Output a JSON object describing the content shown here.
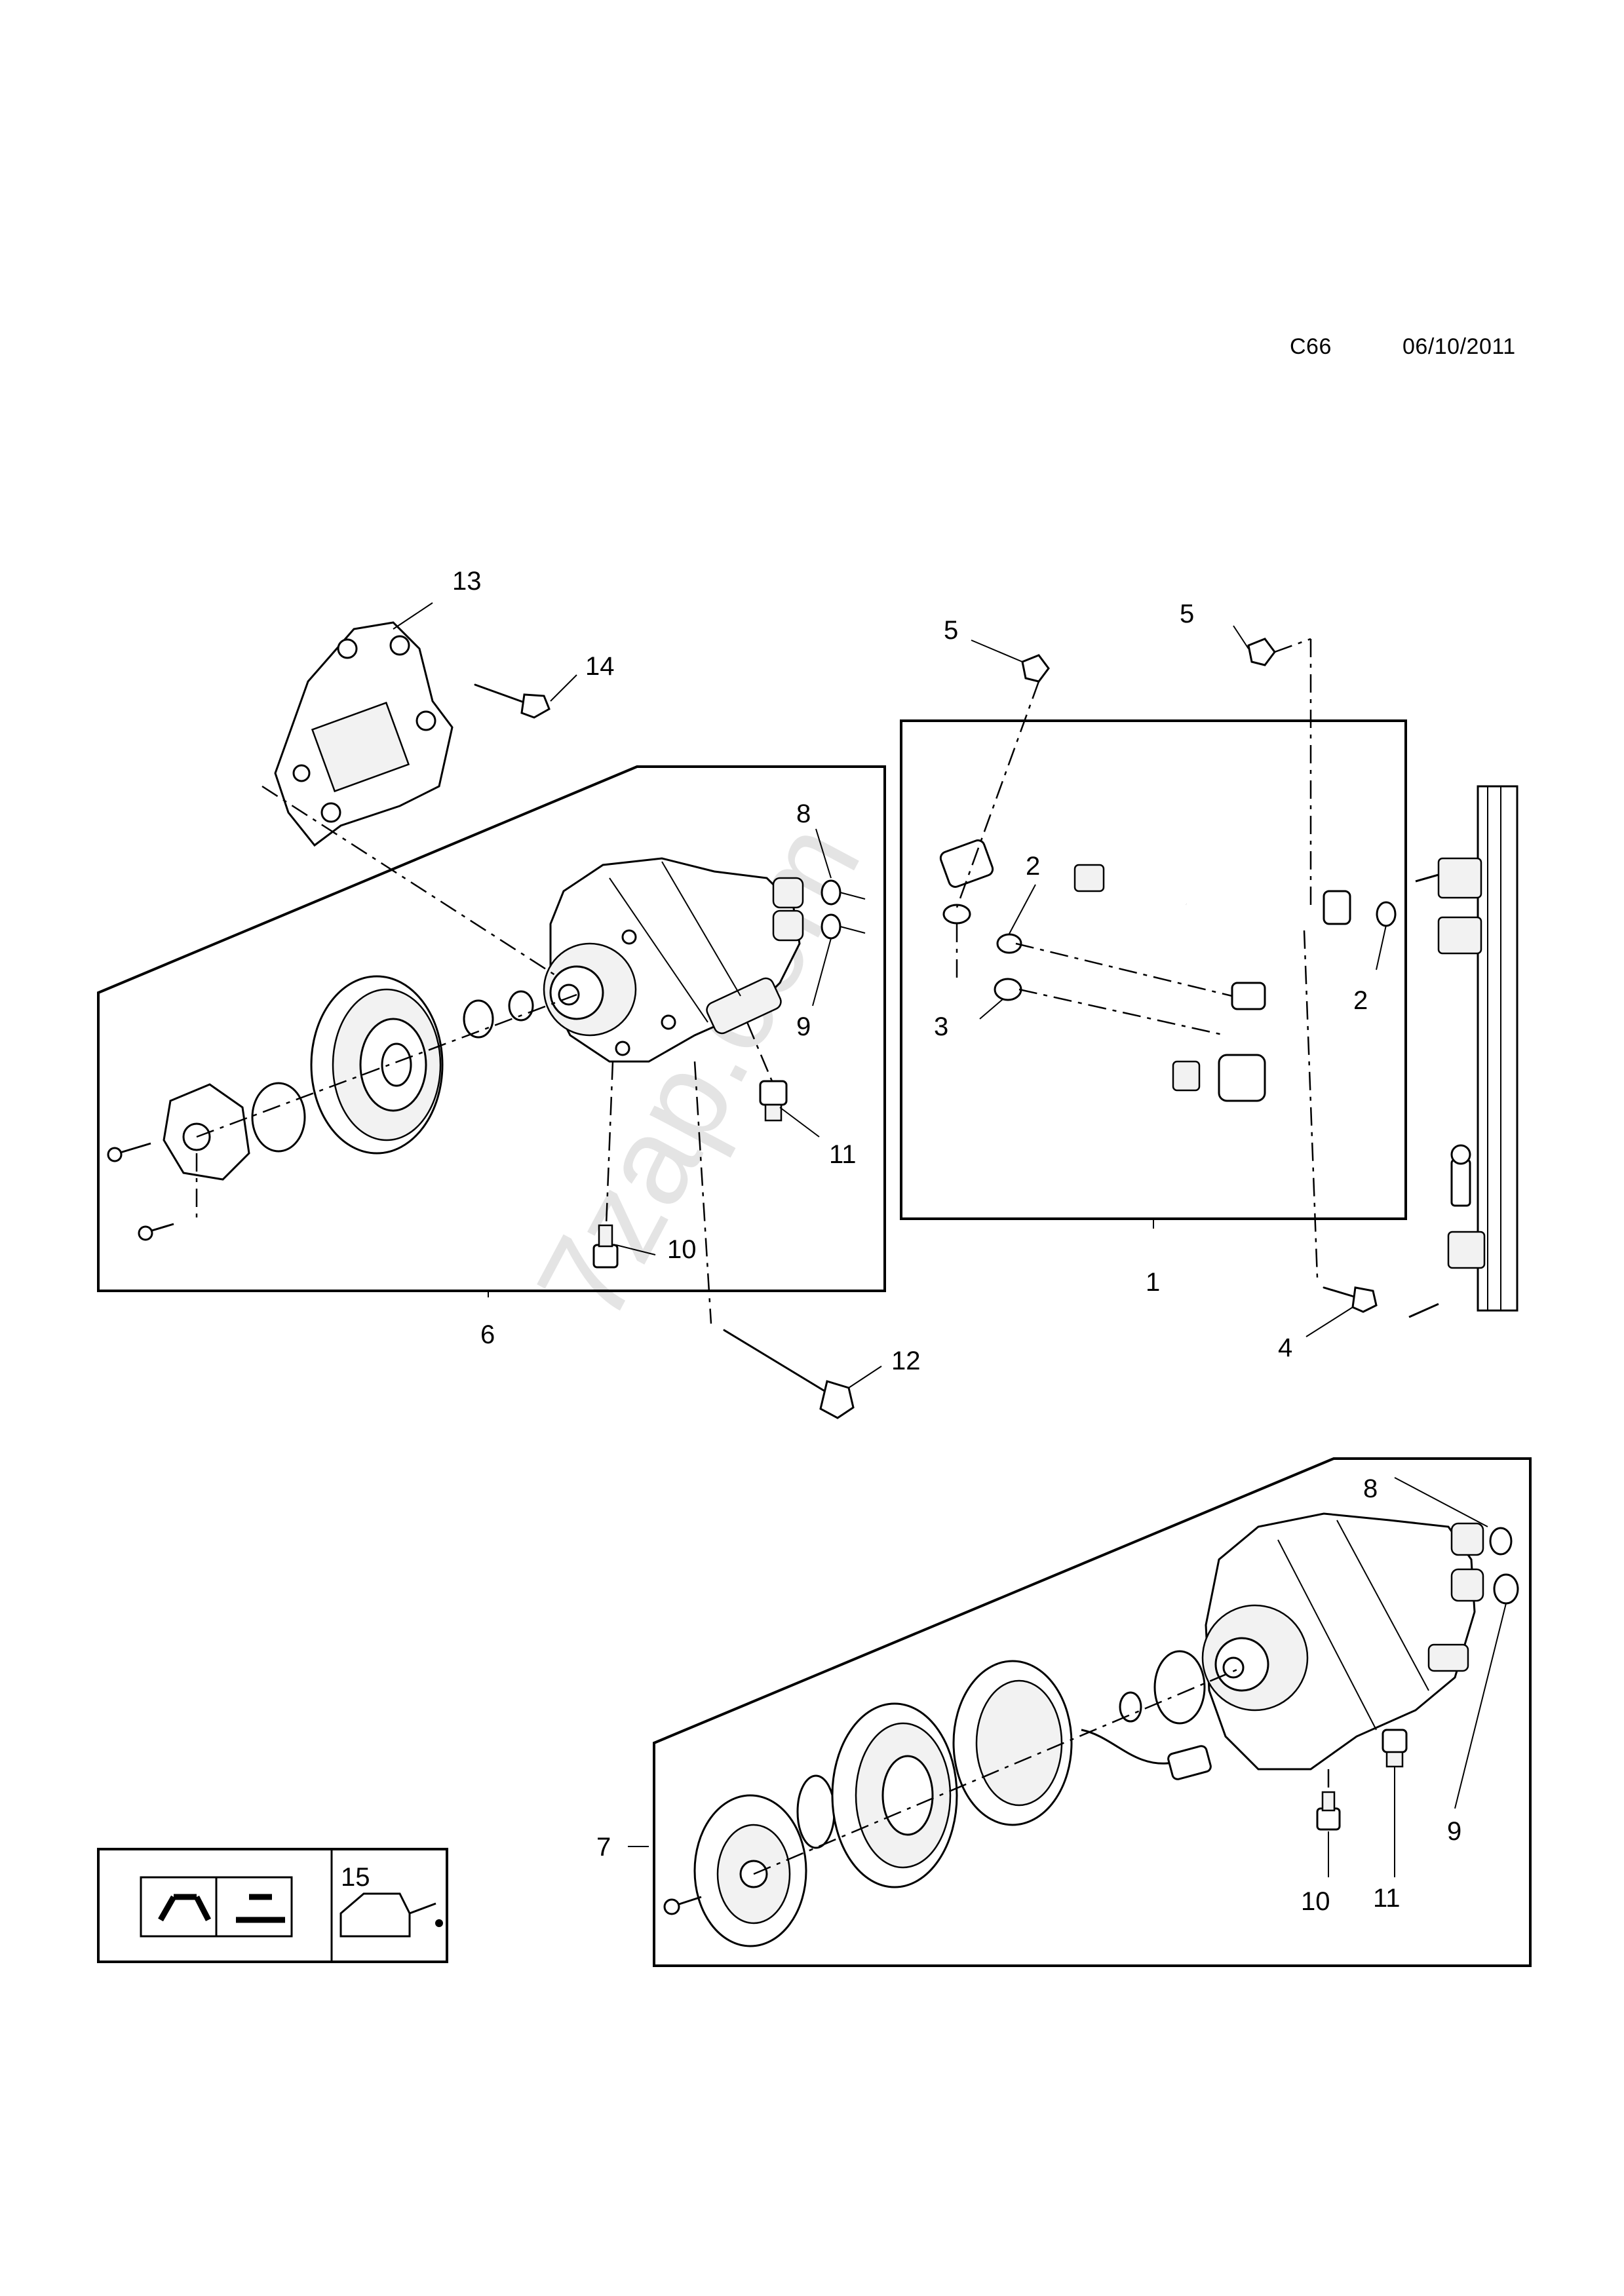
{
  "header": {
    "code": "C66",
    "date": "06/10/2011"
  },
  "watermark": "7zap.com",
  "callouts": {
    "c1": "1",
    "c2a": "2",
    "c2b": "2",
    "c3": "3",
    "c4": "4",
    "c5a": "5",
    "c5b": "5",
    "c6": "6",
    "c7": "7",
    "c8a": "8",
    "c9a": "9",
    "c10a": "10",
    "c11a": "11",
    "c12": "12",
    "c13": "13",
    "c14": "14",
    "c8b": "8",
    "c9b": "9",
    "c10b": "10",
    "c11b": "11",
    "c15": "15"
  },
  "legend": {
    "manual_icon": "service-manual-icon",
    "oil_icon": "oil-can-icon"
  }
}
